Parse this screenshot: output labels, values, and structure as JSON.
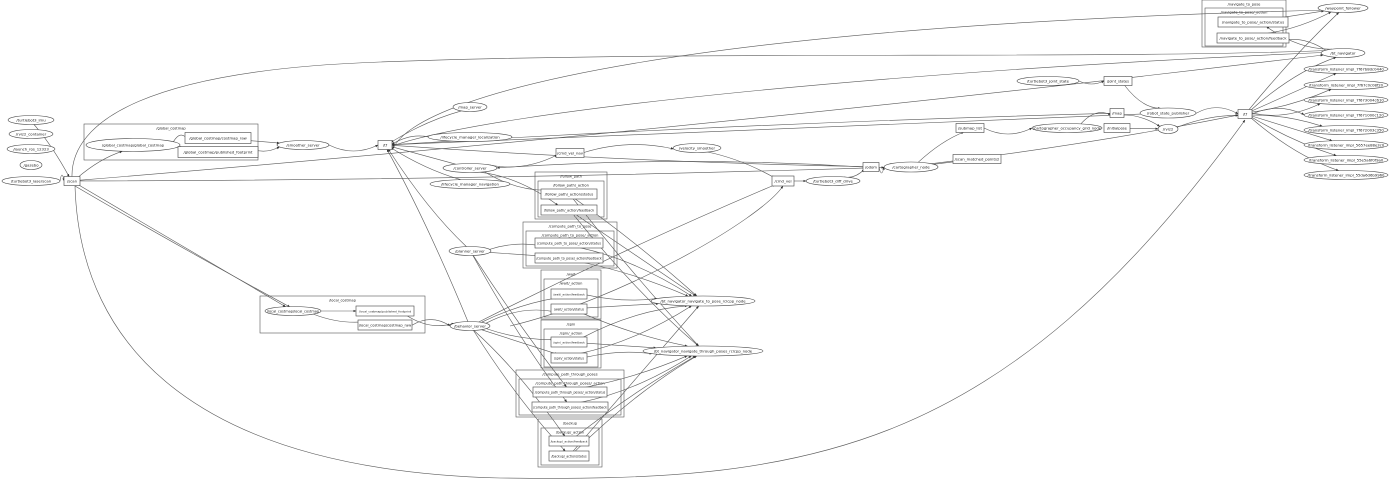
{
  "nodes": [
    {
      "id": "tb_imu",
      "label": "/turtlebot3_imu",
      "shape": "ellipse"
    },
    {
      "id": "rviz",
      "label": "/rviz2_container",
      "shape": "ellipse"
    },
    {
      "id": "launch",
      "label": "/launch_ros_12323",
      "shape": "ellipse"
    },
    {
      "id": "gazebo",
      "label": "/gazebo",
      "shape": "ellipse"
    },
    {
      "id": "laserscan",
      "label": "/turtlebot3_laserscan",
      "shape": "ellipse"
    },
    {
      "id": "scan",
      "label": "/scan",
      "shape": "box"
    },
    {
      "id": "gc_node",
      "label": "/global_costmap/global_costmap",
      "shape": "ellipse"
    },
    {
      "id": "gc_raw",
      "label": "/global_costmap/costmap_raw",
      "shape": "box"
    },
    {
      "id": "gc_fp",
      "label": "/global_costmap/published_footprint",
      "shape": "box"
    },
    {
      "id": "smoother",
      "label": "/smoother_server",
      "shape": "ellipse"
    },
    {
      "id": "tf",
      "label": "/tf",
      "shape": "box"
    },
    {
      "id": "map_server",
      "label": "/map_server",
      "shape": "ellipse"
    },
    {
      "id": "lm_loc",
      "label": "/lifecycle_manager_localization",
      "shape": "ellipse"
    },
    {
      "id": "controller",
      "label": "/controller_server",
      "shape": "ellipse"
    },
    {
      "id": "lm_nav",
      "label": "/lifecycle_manager_navigation",
      "shape": "ellipse"
    },
    {
      "id": "cmd_vel_nav",
      "label": "/cmd_vel_nav",
      "shape": "box"
    },
    {
      "id": "vel_smoother",
      "label": "/velocity_smoother",
      "shape": "ellipse"
    },
    {
      "id": "cmd_vel",
      "label": "/cmd_vel",
      "shape": "box"
    },
    {
      "id": "diff_drive",
      "label": "/turtlebot3_diff_drive",
      "shape": "ellipse"
    },
    {
      "id": "odom",
      "label": "/odom",
      "shape": "box"
    },
    {
      "id": "carto_node",
      "label": "/cartographer_node",
      "shape": "ellipse"
    },
    {
      "id": "scan_matched",
      "label": "/scan_matched_points2",
      "shape": "box"
    },
    {
      "id": "submap_list",
      "label": "/submap_list",
      "shape": "box"
    },
    {
      "id": "occ_grid",
      "label": "/cartographer_occupancy_grid_node",
      "shape": "ellipse"
    },
    {
      "id": "map",
      "label": "/map",
      "shape": "box"
    },
    {
      "id": "initialpose",
      "label": "/initialpose",
      "shape": "box"
    },
    {
      "id": "rviz_node",
      "label": "/rviz2",
      "shape": "ellipse"
    },
    {
      "id": "tb_joint",
      "label": "/turtlebot3_joint_state",
      "shape": "ellipse"
    },
    {
      "id": "joint_states",
      "label": "/joint_states",
      "shape": "box"
    },
    {
      "id": "rsp",
      "label": "/robot_state_publisher",
      "shape": "ellipse"
    },
    {
      "id": "tf_right",
      "label": "/tf",
      "shape": "box"
    },
    {
      "id": "waypoint",
      "label": "/waypoint_follower",
      "shape": "ellipse"
    },
    {
      "id": "bt_nav",
      "label": "/bt_navigator",
      "shape": "ellipse"
    },
    {
      "id": "tl0",
      "label": "/transform_listener_impl_7f67b8dc0440",
      "shape": "ellipse"
    },
    {
      "id": "tl1",
      "label": "/transform_listener_impl_7f67c0c08f20",
      "shape": "ellipse"
    },
    {
      "id": "tl2",
      "label": "/transform_listener_impl_7f673004c610",
      "shape": "ellipse"
    },
    {
      "id": "tl3",
      "label": "/transform_listener_impl_7f671000c120",
      "shape": "ellipse"
    },
    {
      "id": "tl4",
      "label": "/transform_listener_impl_7f672003c350",
      "shape": "ellipse"
    },
    {
      "id": "tl5",
      "label": "/transform_listener_impl_5657ee88e3c0",
      "shape": "ellipse"
    },
    {
      "id": "tl6",
      "label": "/transform_listener_impl_55e5a6f0f9a0",
      "shape": "ellipse"
    },
    {
      "id": "tl7",
      "label": "/transform_listener_impl_55da6d6b9960",
      "shape": "ellipse"
    },
    {
      "id": "fp_feedback",
      "label": "/follow_path/_action/feedback",
      "shape": "box"
    },
    {
      "id": "fp_status",
      "label": "/follow_path/_action/status",
      "shape": "box"
    },
    {
      "id": "cptp_feedback",
      "label": "/compute_path_to_pose/_action/feedback",
      "shape": "box"
    },
    {
      "id": "cptp_status",
      "label": "/compute_path_to_pose/_action/status",
      "shape": "box"
    },
    {
      "id": "planner",
      "label": "/planner_server",
      "shape": "ellipse"
    },
    {
      "id": "wait_feedback",
      "label": "/wait/_action/feedback",
      "shape": "box"
    },
    {
      "id": "wait_status",
      "label": "/wait/_action/status",
      "shape": "box"
    },
    {
      "id": "spin_feedback",
      "label": "/spin/_action/feedback",
      "shape": "box"
    },
    {
      "id": "spin_status",
      "label": "/spin/_action/status",
      "shape": "box"
    },
    {
      "id": "bt_n2p",
      "label": "/bt_navigator_navigate_to_pose_rclcpp_node",
      "shape": "ellipse"
    },
    {
      "id": "bt_ntp",
      "label": "/bt_navigator_navigate_through_poses_rclcpp_node",
      "shape": "ellipse"
    },
    {
      "id": "lc_node",
      "label": "/local_costmap/local_costmap",
      "shape": "ellipse"
    },
    {
      "id": "lc_fp",
      "label": "/local_costmap/published_footprint",
      "shape": "box"
    },
    {
      "id": "lc_raw",
      "label": "/local_costmap/costmap_raw",
      "shape": "box"
    },
    {
      "id": "behavior",
      "label": "/behavior_server",
      "shape": "ellipse"
    },
    {
      "id": "ctp_status",
      "label": "/compute_path_through_poses/_action/status",
      "shape": "box"
    },
    {
      "id": "ctp_feedback",
      "label": "/compute_path_through_poses/_action/feedback",
      "shape": "box"
    },
    {
      "id": "bu_feedback",
      "label": "/backup/_action/feedback",
      "shape": "box"
    },
    {
      "id": "bu_status",
      "label": "/backup/_action/status",
      "shape": "box"
    },
    {
      "id": "ntp_status",
      "label": "/navigate_to_pose/_action/status",
      "shape": "box"
    },
    {
      "id": "ntp_feedback",
      "label": "/navigate_to_pose/_action/feedback",
      "shape": "box"
    }
  ],
  "clusters": [
    {
      "id": "c_global",
      "label": "/global_costmap"
    },
    {
      "id": "c_local",
      "label": "/local_costmap"
    },
    {
      "id": "c_follow",
      "label": "/follow_path"
    },
    {
      "id": "c_follow_a",
      "label": "/follow_path/_action"
    },
    {
      "id": "c_cptp",
      "label": "/compute_path_to_pose"
    },
    {
      "id": "c_cptp_a",
      "label": "/compute_path_to_pose/_action"
    },
    {
      "id": "c_wait",
      "label": "/wait"
    },
    {
      "id": "c_wait_a",
      "label": "/wait/_action"
    },
    {
      "id": "c_spin",
      "label": "/spin"
    },
    {
      "id": "c_spin_a",
      "label": "/spin/_action"
    },
    {
      "id": "c_ctp",
      "label": "/compute_path_through_poses"
    },
    {
      "id": "c_ctp_a",
      "label": "/compute_path_through_poses/_action"
    },
    {
      "id": "c_backup",
      "label": "/backup"
    },
    {
      "id": "c_backup_a",
      "label": "/backup/_action"
    },
    {
      "id": "c_ntp",
      "label": "/navigate_to_pose"
    },
    {
      "id": "c_ntp_a",
      "label": "/navigate_to_pose/_action"
    }
  ],
  "edges": [
    [
      "laserscan",
      "scan"
    ],
    [
      "scan",
      "gc_node"
    ],
    [
      "scan",
      "lc_node"
    ],
    [
      "scan",
      "carto_node"
    ],
    [
      "scan",
      "bt_nav"
    ],
    [
      "gc_node",
      "gc_raw"
    ],
    [
      "gc_node",
      "gc_fp"
    ],
    [
      "gc_raw",
      "smoother"
    ],
    [
      "gc_fp",
      "smoother"
    ],
    [
      "smoother",
      "tf"
    ],
    [
      "lm_loc",
      "tf"
    ],
    [
      "map_server",
      "tf"
    ],
    [
      "controller",
      "tf"
    ],
    [
      "lm_nav",
      "tf"
    ],
    [
      "planner",
      "tf"
    ],
    [
      "behavior",
      "tf"
    ],
    [
      "map",
      "tf"
    ],
    [
      "rsp",
      "tf"
    ],
    [
      "odom",
      "tf"
    ],
    [
      "controller",
      "cmd_vel_nav"
    ],
    [
      "cmd_vel_nav",
      "vel_smoother"
    ],
    [
      "vel_smoother",
      "cmd_vel"
    ],
    [
      "cmd_vel",
      "diff_drive"
    ],
    [
      "diff_drive",
      "odom"
    ],
    [
      "odom",
      "carto_node"
    ],
    [
      "odom",
      "controller"
    ],
    [
      "carto_node",
      "submap_list"
    ],
    [
      "carto_node",
      "scan_matched"
    ],
    [
      "carto_node",
      "tf_right"
    ],
    [
      "submap_list",
      "occ_grid"
    ],
    [
      "occ_grid",
      "map"
    ],
    [
      "map",
      "rviz_node"
    ],
    [
      "initialpose",
      "rviz_node"
    ],
    [
      "tb_joint",
      "joint_states"
    ],
    [
      "joint_states",
      "rsp"
    ],
    [
      "rsp",
      "tf_right"
    ],
    [
      "rviz_node",
      "tf_right"
    ],
    [
      "tf_right",
      "tl0"
    ],
    [
      "tf_right",
      "tl1"
    ],
    [
      "tf_right",
      "tl2"
    ],
    [
      "tf_right",
      "tl3"
    ],
    [
      "tf_right",
      "tl4"
    ],
    [
      "tf_right",
      "tl5"
    ],
    [
      "tf_right",
      "tl6"
    ],
    [
      "tf_right",
      "tl7"
    ],
    [
      "tf_right",
      "bt_nav"
    ],
    [
      "tf_right",
      "waypoint"
    ],
    [
      "ntp_status",
      "waypoint"
    ],
    [
      "ntp_feedback",
      "waypoint"
    ],
    [
      "bt_nav",
      "ntp_status"
    ],
    [
      "bt_nav",
      "ntp_feedback"
    ],
    [
      "fp_status",
      "bt_n2p"
    ],
    [
      "fp_feedback",
      "bt_n2p"
    ],
    [
      "fp_status",
      "bt_ntp"
    ],
    [
      "fp_feedback",
      "bt_ntp"
    ],
    [
      "cptp_status",
      "bt_n2p"
    ],
    [
      "cptp_feedback",
      "bt_n2p"
    ],
    [
      "wait_status",
      "bt_n2p"
    ],
    [
      "wait_feedback",
      "bt_n2p"
    ],
    [
      "spin_status",
      "bt_n2p"
    ],
    [
      "spin_feedback",
      "bt_n2p"
    ],
    [
      "spin_status",
      "bt_ntp"
    ],
    [
      "spin_feedback",
      "bt_ntp"
    ],
    [
      "ctp_status",
      "bt_ntp"
    ],
    [
      "ctp_feedback",
      "bt_ntp"
    ],
    [
      "bu_status",
      "bt_ntp"
    ],
    [
      "bu_feedback",
      "bt_ntp"
    ],
    [
      "bu_status",
      "bt_n2p"
    ],
    [
      "wait_status",
      "bt_ntp"
    ],
    [
      "controller",
      "fp_status"
    ],
    [
      "controller",
      "fp_feedback"
    ],
    [
      "planner",
      "cptp_status"
    ],
    [
      "planner",
      "cptp_feedback"
    ],
    [
      "planner",
      "ctp_status"
    ],
    [
      "planner",
      "ctp_feedback"
    ],
    [
      "behavior",
      "wait_status"
    ],
    [
      "behavior",
      "wait_feedback"
    ],
    [
      "behavior",
      "spin_status"
    ],
    [
      "behavior",
      "spin_feedback"
    ],
    [
      "behavior",
      "bu_status"
    ],
    [
      "behavior",
      "bu_feedback"
    ],
    [
      "behavior",
      "cmd_vel"
    ],
    [
      "lc_node",
      "lc_fp"
    ],
    [
      "lc_node",
      "lc_raw"
    ],
    [
      "lc_fp",
      "behavior"
    ],
    [
      "lc_raw",
      "behavior"
    ],
    [
      "tb_imu",
      "scan"
    ]
  ]
}
